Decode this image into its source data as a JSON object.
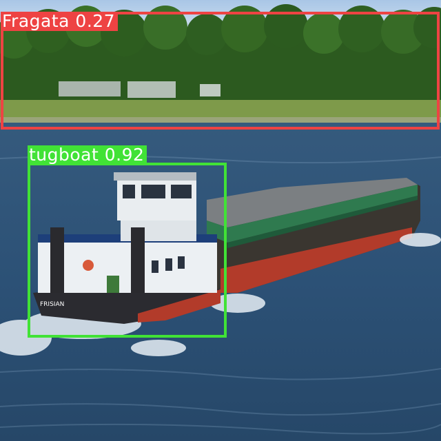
{
  "scene": {
    "hull_text": "FRISIAN"
  },
  "detections": [
    {
      "label": "Fragata",
      "score": "0.27",
      "text": "Fragata 0.27",
      "color": "#ee4343"
    },
    {
      "label": "tugboat",
      "score": "0.92",
      "text": "tugboat 0.92",
      "color": "#41e236"
    }
  ]
}
